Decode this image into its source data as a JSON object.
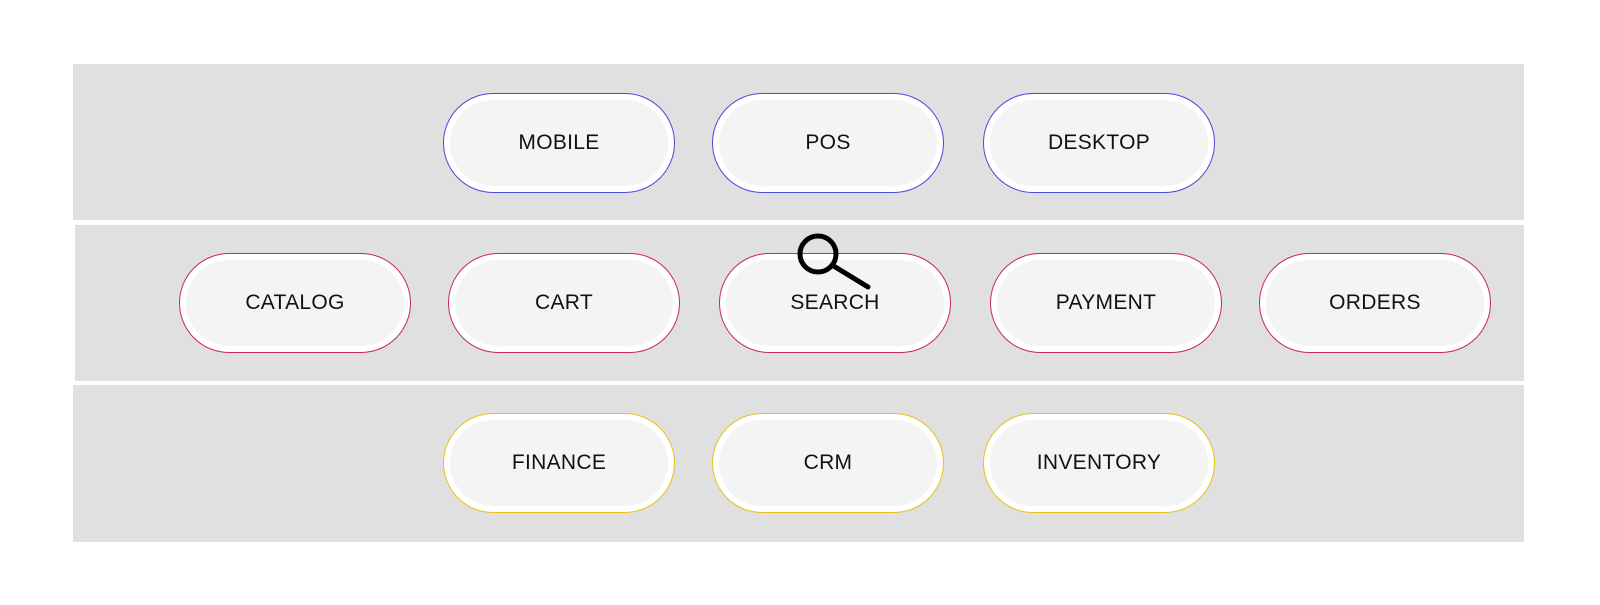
{
  "layers": {
    "top": {
      "border_color": "#4a4ad8",
      "items": [
        {
          "label": "MOBILE"
        },
        {
          "label": "POS"
        },
        {
          "label": "DESKTOP"
        }
      ]
    },
    "middle": {
      "border_color": "#c8285a",
      "items": [
        {
          "label": "CATALOG"
        },
        {
          "label": "CART"
        },
        {
          "label": "SEARCH"
        },
        {
          "label": "PAYMENT"
        },
        {
          "label": "ORDERS"
        }
      ]
    },
    "bottom": {
      "border_color": "#e6c21a",
      "items": [
        {
          "label": "FINANCE"
        },
        {
          "label": "CRM"
        },
        {
          "label": "INVENTORY"
        }
      ]
    }
  },
  "highlight": {
    "icon": "magnifier-icon"
  },
  "colors": {
    "layer_background": "#e0e0e0",
    "pill_fill": "#f4f4f4"
  }
}
